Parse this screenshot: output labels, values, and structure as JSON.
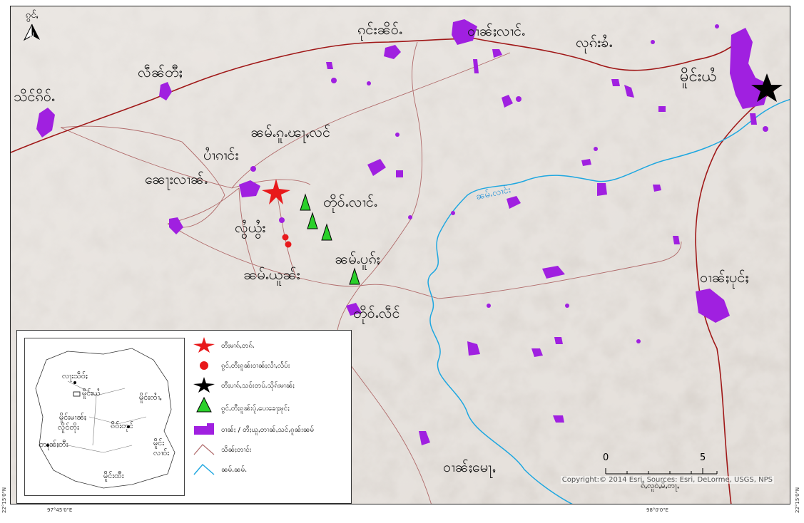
{
  "north_arrow": {
    "label": "ၵွင်ႇ",
    "icon": "north-arrow-icon"
  },
  "places": [
    {
      "id": "p1",
      "text": "ၵုင်းၼိဝ်ႉ",
      "icon": "none"
    },
    {
      "id": "p2",
      "text": "ဝၢၼ်ႈလၢင်ႉ"
    },
    {
      "id": "p3",
      "text": "လုၵ်းၶႆႉ"
    },
    {
      "id": "p4",
      "text": "မိူင်းယႆ"
    },
    {
      "id": "p5",
      "text": "လဵၼ်တီႈ"
    },
    {
      "id": "p6",
      "text": "သိင်ၵိဝ်ႉ"
    },
    {
      "id": "p7",
      "text": "ၼမ်ႉၵူႉၽႃႇလင်"
    },
    {
      "id": "p8",
      "text": "ပၢႆၵၢင်း"
    },
    {
      "id": "p9",
      "text": "ၼေႃးလၢၼ်ႉ"
    },
    {
      "id": "p10",
      "text": "တိုဝ်ႉလၢင်ႉ"
    },
    {
      "id": "p11",
      "text": "လွႆယွႆး"
    },
    {
      "id": "p12",
      "text": "ၼမ်ႉပူၵ်ႈ"
    },
    {
      "id": "p13",
      "text": "ၼမ်ႉယူၼ်း"
    },
    {
      "id": "p14",
      "text": "တိုဝ်ႉလဵင်"
    },
    {
      "id": "p15",
      "text": "ဝၢၼ်ႈပုင်ႈ"
    },
    {
      "id": "p16",
      "text": "ဝၢၼ်ႈမေႃႇ"
    }
  ],
  "river_label": "ၼမ်ႉလၢင်း",
  "inset": {
    "labels": [
      "လႃးသဵဝ်ႈ",
      "မိူင်းယႆ",
      "မိူင်းၸၢႆႇ",
      "မိူင်းမၢၼ်ႈ",
      "လိူင်တိုး",
      "ၵိဝ်းတုင်",
      "တႃၼ်ႈတီး",
      "မိူင်း",
      "လၢဝ်း",
      "မိူင်းထီး"
    ]
  },
  "legend": [
    {
      "symbol": "red-star-icon",
      "label": "တီႈမၢၵ်ႇတၵ်ႉ",
      "color": "#e8191b"
    },
    {
      "symbol": "red-dot-icon",
      "label": "ၵွင်ႇတီႈၵူၼ်းဝၢၼ်ႈလၢႆႇလႅပ်း",
      "color": "#e8191b"
    },
    {
      "symbol": "black-star-icon",
      "label": "တီႈပၢၵ်ႇသဝ်းတပ်ႉသိုၵ်းမၢၼ်ႈ",
      "color": "#000000"
    },
    {
      "symbol": "green-triangle-icon",
      "label": "ၵွင်ႇတီႈၵူၼ်းပႂ်ႇပေးၶေႃႈမုင်ႈ",
      "color": "#2ad02a"
    },
    {
      "symbol": "purple-area-icon",
      "label": "ဝၢၼ်ႈ / တီႈယူႇတၢၼ်ႇသင်ႇၵူၼ်းၼမ်",
      "color": "#a020e0"
    },
    {
      "symbol": "road-line-icon",
      "label": "သဵၼ်ႈတၢင်း",
      "color": "#b66a6a"
    },
    {
      "symbol": "river-line-icon",
      "label": "ၼမ်ႉၼမ်ႉ",
      "color": "#1ea7e0"
    }
  ],
  "scale": {
    "ticks": [
      "0",
      "5"
    ],
    "unit": "ၵီႇလူဝ်ႇမီႇတႃႇ"
  },
  "copyright": "Copyright:© 2014 Esri, Sources: Esri, DeLorme, USGS, NPS",
  "coords": {
    "left_lon": "97°45'0\"E",
    "right_lon": "98°0'0\"E",
    "lat_left": "22°15'0\"N",
    "lat_right": "22°15'0\"N"
  },
  "colors": {
    "village": "#a020e0",
    "road": "#b06060",
    "main_road": "#a01818",
    "river": "#1ea7e0",
    "terrain": "#d8d0c8"
  }
}
